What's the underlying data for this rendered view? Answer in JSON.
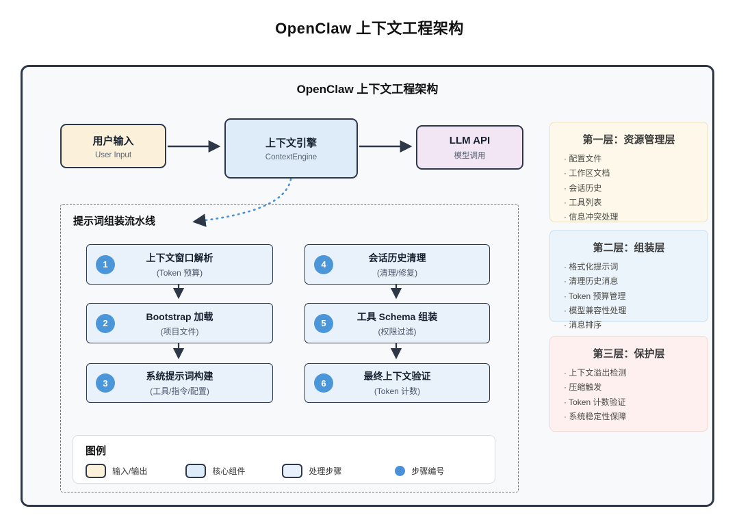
{
  "page_title": "OpenClaw 上下文工程架构",
  "diagram": {
    "title": "OpenClaw 上下文工程架构",
    "flow_nodes": [
      {
        "title": "用户输入",
        "subtitle": "User Input",
        "fill": "#fbf1da"
      },
      {
        "title": "上下文引擎",
        "subtitle": "ContextEngine",
        "fill": "#ddecf8"
      },
      {
        "title": "LLM API",
        "subtitle": "模型调用",
        "fill": "#f2e6f5"
      }
    ],
    "pipeline": {
      "title": "提示词组装流水线",
      "steps": [
        {
          "num": "1",
          "title": "上下文窗口解析",
          "subtitle": "(Token 预算)"
        },
        {
          "num": "2",
          "title": "Bootstrap 加载",
          "subtitle": "(项目文件)"
        },
        {
          "num": "3",
          "title": "系统提示词构建",
          "subtitle": "(工具/指令/配置)"
        },
        {
          "num": "4",
          "title": "会话历史清理",
          "subtitle": "(清理/修复)"
        },
        {
          "num": "5",
          "title": "工具 Schema 组装",
          "subtitle": "(权限过滤)"
        },
        {
          "num": "6",
          "title": "最终上下文验证",
          "subtitle": "(Token 计数)"
        }
      ]
    },
    "layers": [
      {
        "title": "第一层：资源管理层",
        "items": [
          "配置文件",
          "工作区文档",
          "会话历史",
          "工具列表",
          "信息冲突处理"
        ],
        "fill": "#fdf8ea"
      },
      {
        "title": "第二层：组装层",
        "items": [
          "格式化提示词",
          "清理历史消息",
          "Token 预算管理",
          "模型兼容性处理",
          "消息排序"
        ],
        "fill": "#ebf3fb"
      },
      {
        "title": "第三层：保护层",
        "items": [
          "上下文溢出检测",
          "压缩触发",
          "Token 计数验证",
          "系统稳定性保障"
        ],
        "fill": "#fdf0ef"
      }
    ],
    "legend": {
      "title": "图例",
      "items": [
        {
          "label": "输入/输出"
        },
        {
          "label": "核心组件"
        },
        {
          "label": "处理步骤"
        },
        {
          "label": "步骤编号"
        }
      ]
    },
    "colors": {
      "outer_border": "#2d3748",
      "outer_background": "#f8f9fa",
      "step_fill": "#e9f1fb",
      "step_number_blue": "#4b96d8",
      "dotted_arrow_blue": "#4a90d8",
      "arrow_dark": "#2d3748"
    }
  }
}
